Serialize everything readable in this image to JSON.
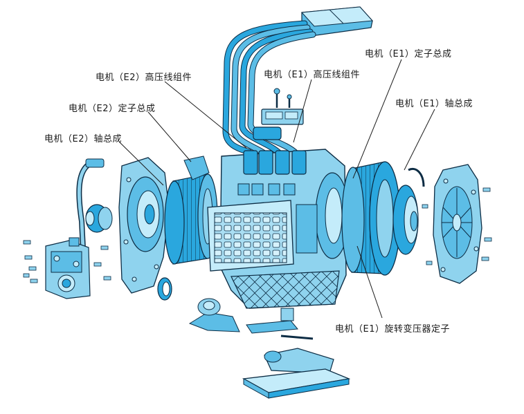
{
  "labels": {
    "e1_stator": "电机（E1）定子总成",
    "e1_hv_harness": "电机（E1）高压线组件",
    "e2_hv_harness": "电机（E2）高压线组件",
    "e1_shaft": "电机（E1）轴总成",
    "e2_stator": "电机（E2）定子总成",
    "e2_shaft": "电机（E2）轴总成",
    "e1_resolver_stator": "电机（E1）旋转变压器定子"
  },
  "colors": {
    "part_fill": "#8fd3ee",
    "part_light": "#c4ecfa",
    "part_dark": "#2aa7de",
    "part_mid": "#5cbde6",
    "outline": "#0c2c44",
    "leader": "#1a1a1a"
  }
}
